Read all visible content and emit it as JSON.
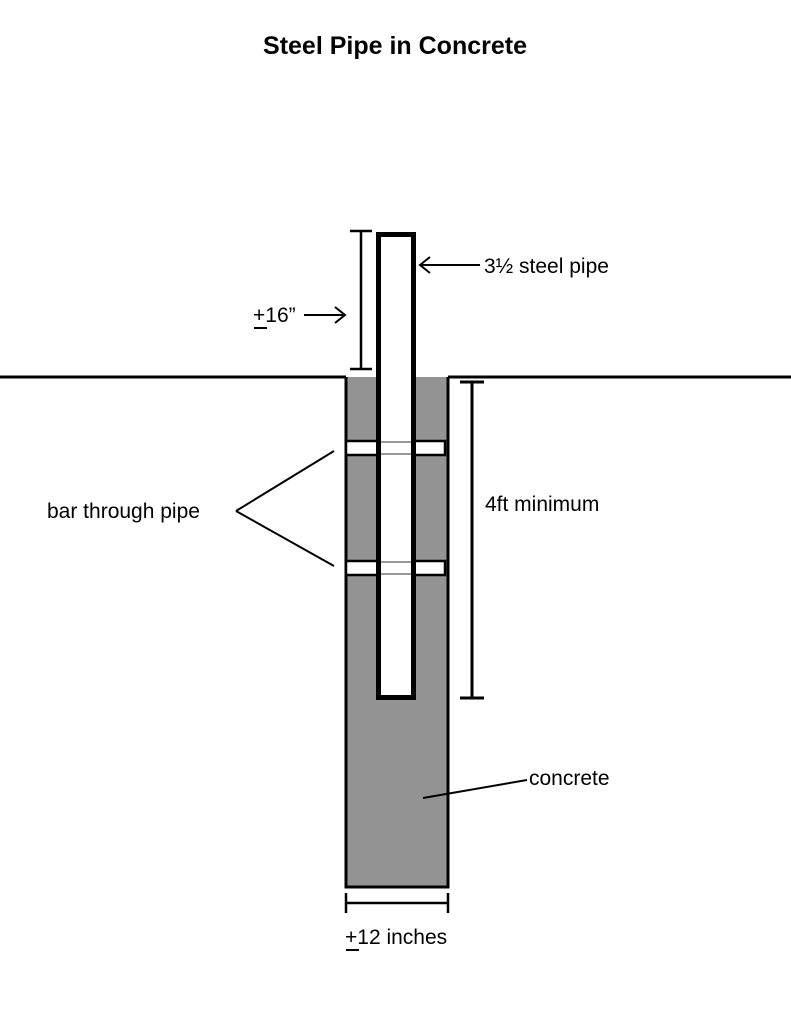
{
  "title": "Steel Pipe in Concrete",
  "labels": {
    "pipe": "3½ steel pipe",
    "height_above": "+16”",
    "depth": "4ft minimum",
    "bars": "bar through pipe",
    "concrete": "concrete",
    "width": "+12 inches"
  },
  "colors": {
    "concrete": "#939393",
    "pipe": "#ffffff",
    "ink": "#000000"
  },
  "icons": {
    "pipe_arrow": "arrow-left-icon",
    "height_arrow": "arrow-right-icon"
  }
}
